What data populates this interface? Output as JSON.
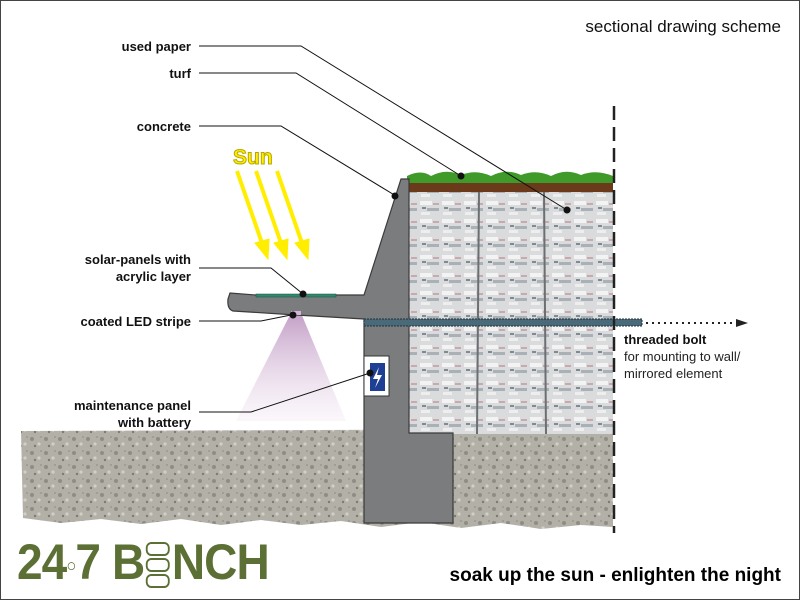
{
  "title": "sectional drawing scheme",
  "sun_label": "Sun",
  "labels": {
    "used_paper": "used paper",
    "turf": "turf",
    "concrete": "concrete",
    "solar_line1": "solar-panels with",
    "solar_line2": "acrylic layer",
    "led": "coated LED stripe",
    "maint_line1": "maintenance panel",
    "maint_line2": "with battery"
  },
  "bolt": {
    "title": "threaded bolt",
    "line1": "for mounting to wall/",
    "line2": "mirrored element"
  },
  "logo": {
    "part1": "24",
    "part2": "7 B",
    "part3": "NCH",
    "full": "24/7 BENCH"
  },
  "slogan": "soak up the sun - enlighten the night",
  "colors": {
    "logo": "#5c7035",
    "concrete": "#7a7c7d",
    "sun": "#ffee00",
    "bolt": "#4a6a7a",
    "battery": "#1f3f94"
  }
}
